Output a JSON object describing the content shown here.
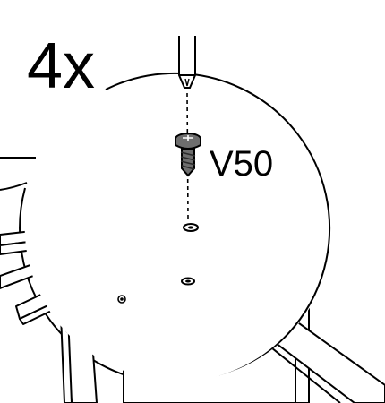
{
  "step": {
    "quantity": "4x",
    "part_code": "V50"
  },
  "colors": {
    "ink": "#000000",
    "paper": "#ffffff",
    "screw_fill": "#6e6e6e",
    "screw_dark": "#2b2b2b"
  },
  "icons": {
    "tool": "screwdriver-tip",
    "part": "pan-head-screw"
  }
}
